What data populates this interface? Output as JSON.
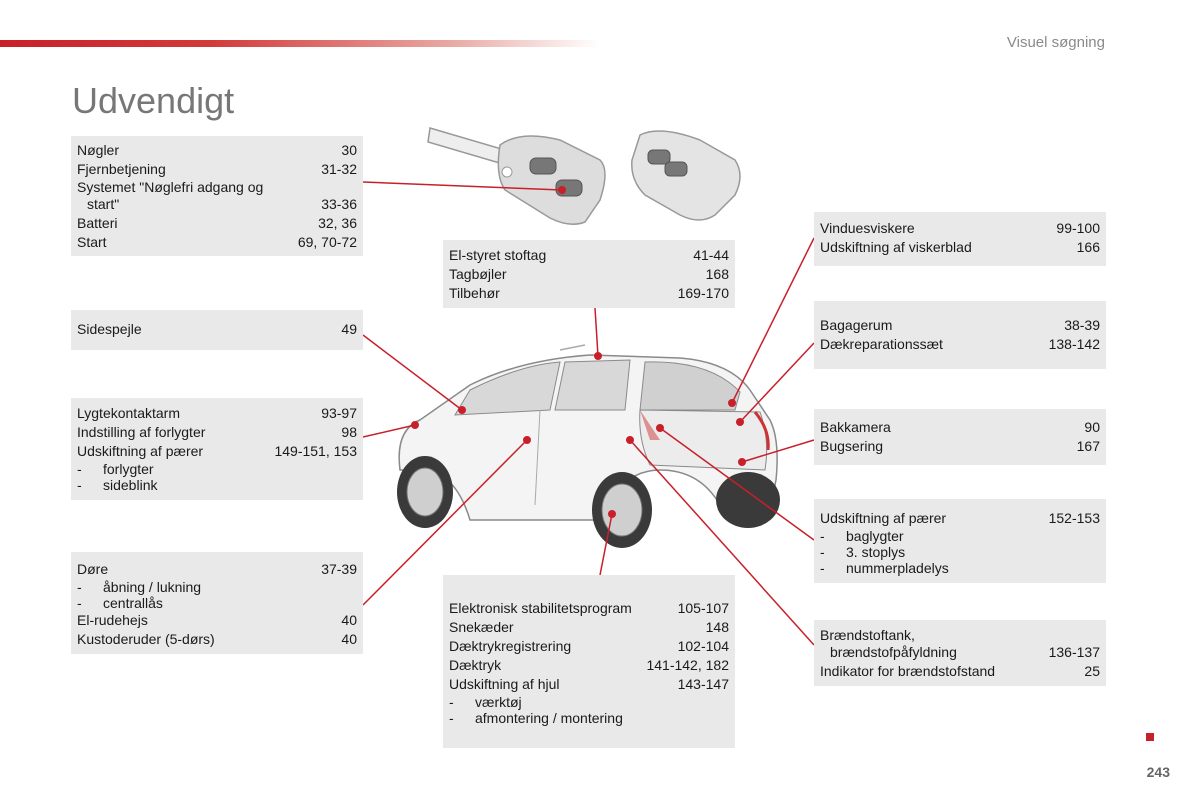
{
  "header": {
    "section": "Visuel søgning",
    "title": "Udvendigt"
  },
  "boxes": {
    "keys": [
      {
        "label": "Nøgler",
        "page": "30"
      },
      {
        "label": "Fjernbetjening",
        "page": "31-32"
      },
      {
        "label": "Systemet \"Nøglefri adgang og",
        "page": ""
      },
      {
        "label": "start\"",
        "page": "33-36"
      },
      {
        "label": "Batteri",
        "page": "32, 36"
      },
      {
        "label": "Start",
        "page": "69, 70-72"
      }
    ],
    "mirror": [
      {
        "label": "Sidespejle",
        "page": "49"
      }
    ],
    "lights": [
      {
        "label": "Lygtekontaktarm",
        "page": "93-97"
      },
      {
        "label": "Indstilling af forlygter",
        "page": "98"
      },
      {
        "label": "Udskiftning af pærer",
        "page": "149-151, 153"
      }
    ],
    "lights_subs": [
      "forlygter",
      "sideblink"
    ],
    "doors_top": {
      "label": "Døre",
      "page": "37-39"
    },
    "doors_subs": [
      "åbning / lukning",
      "centrallås"
    ],
    "doors_rest": [
      {
        "label": "El-rudehejs",
        "page": "40"
      },
      {
        "label": "Kustoderuder (5-dørs)",
        "page": "40"
      }
    ],
    "roof": [
      {
        "label": "El-styret stoftag",
        "page": "41-44"
      },
      {
        "label": "Tagbøjler",
        "page": "168"
      },
      {
        "label": "Tilbehør",
        "page": "169-170"
      }
    ],
    "stability": [
      {
        "label": "Elektronisk stabilitetsprogram",
        "page": "105-107"
      },
      {
        "label": "Snekæder",
        "page": "148"
      },
      {
        "label": "Dæktrykregistrering",
        "page": "102-104"
      },
      {
        "label": "Dæktryk",
        "page": "141-142, 182"
      },
      {
        "label": "Udskiftning af hjul",
        "page": "143-147"
      }
    ],
    "stability_subs": [
      "værktøj",
      "afmontering / montering"
    ],
    "wipers": [
      {
        "label": "Vinduesviskere",
        "page": "99-100"
      },
      {
        "label": "Udskiftning af viskerblad",
        "page": "166"
      }
    ],
    "boot": [
      {
        "label": "Bagagerum",
        "page": "38-39"
      },
      {
        "label": "Dækreparationssæt",
        "page": "138-142"
      }
    ],
    "camera": [
      {
        "label": "Bakkamera",
        "page": "90"
      },
      {
        "label": "Bugsering",
        "page": "167"
      }
    ],
    "rear_bulbs": {
      "label": "Udskiftning af pærer",
      "page": "152-153"
    },
    "rear_bulbs_subs": [
      "baglygter",
      "3. stoplys",
      "nummerpladelys"
    ],
    "fuel_l1": "Brændstoftank,",
    "fuel": [
      {
        "label": "brændstofpåfyldning",
        "page": "136-137"
      },
      {
        "label": "Indikator for brændstofstand",
        "page": "25"
      }
    ]
  },
  "footer": {
    "page_number": "243"
  },
  "colors": {
    "accent": "#c8202a",
    "box_bg": "#e9e9e9"
  }
}
